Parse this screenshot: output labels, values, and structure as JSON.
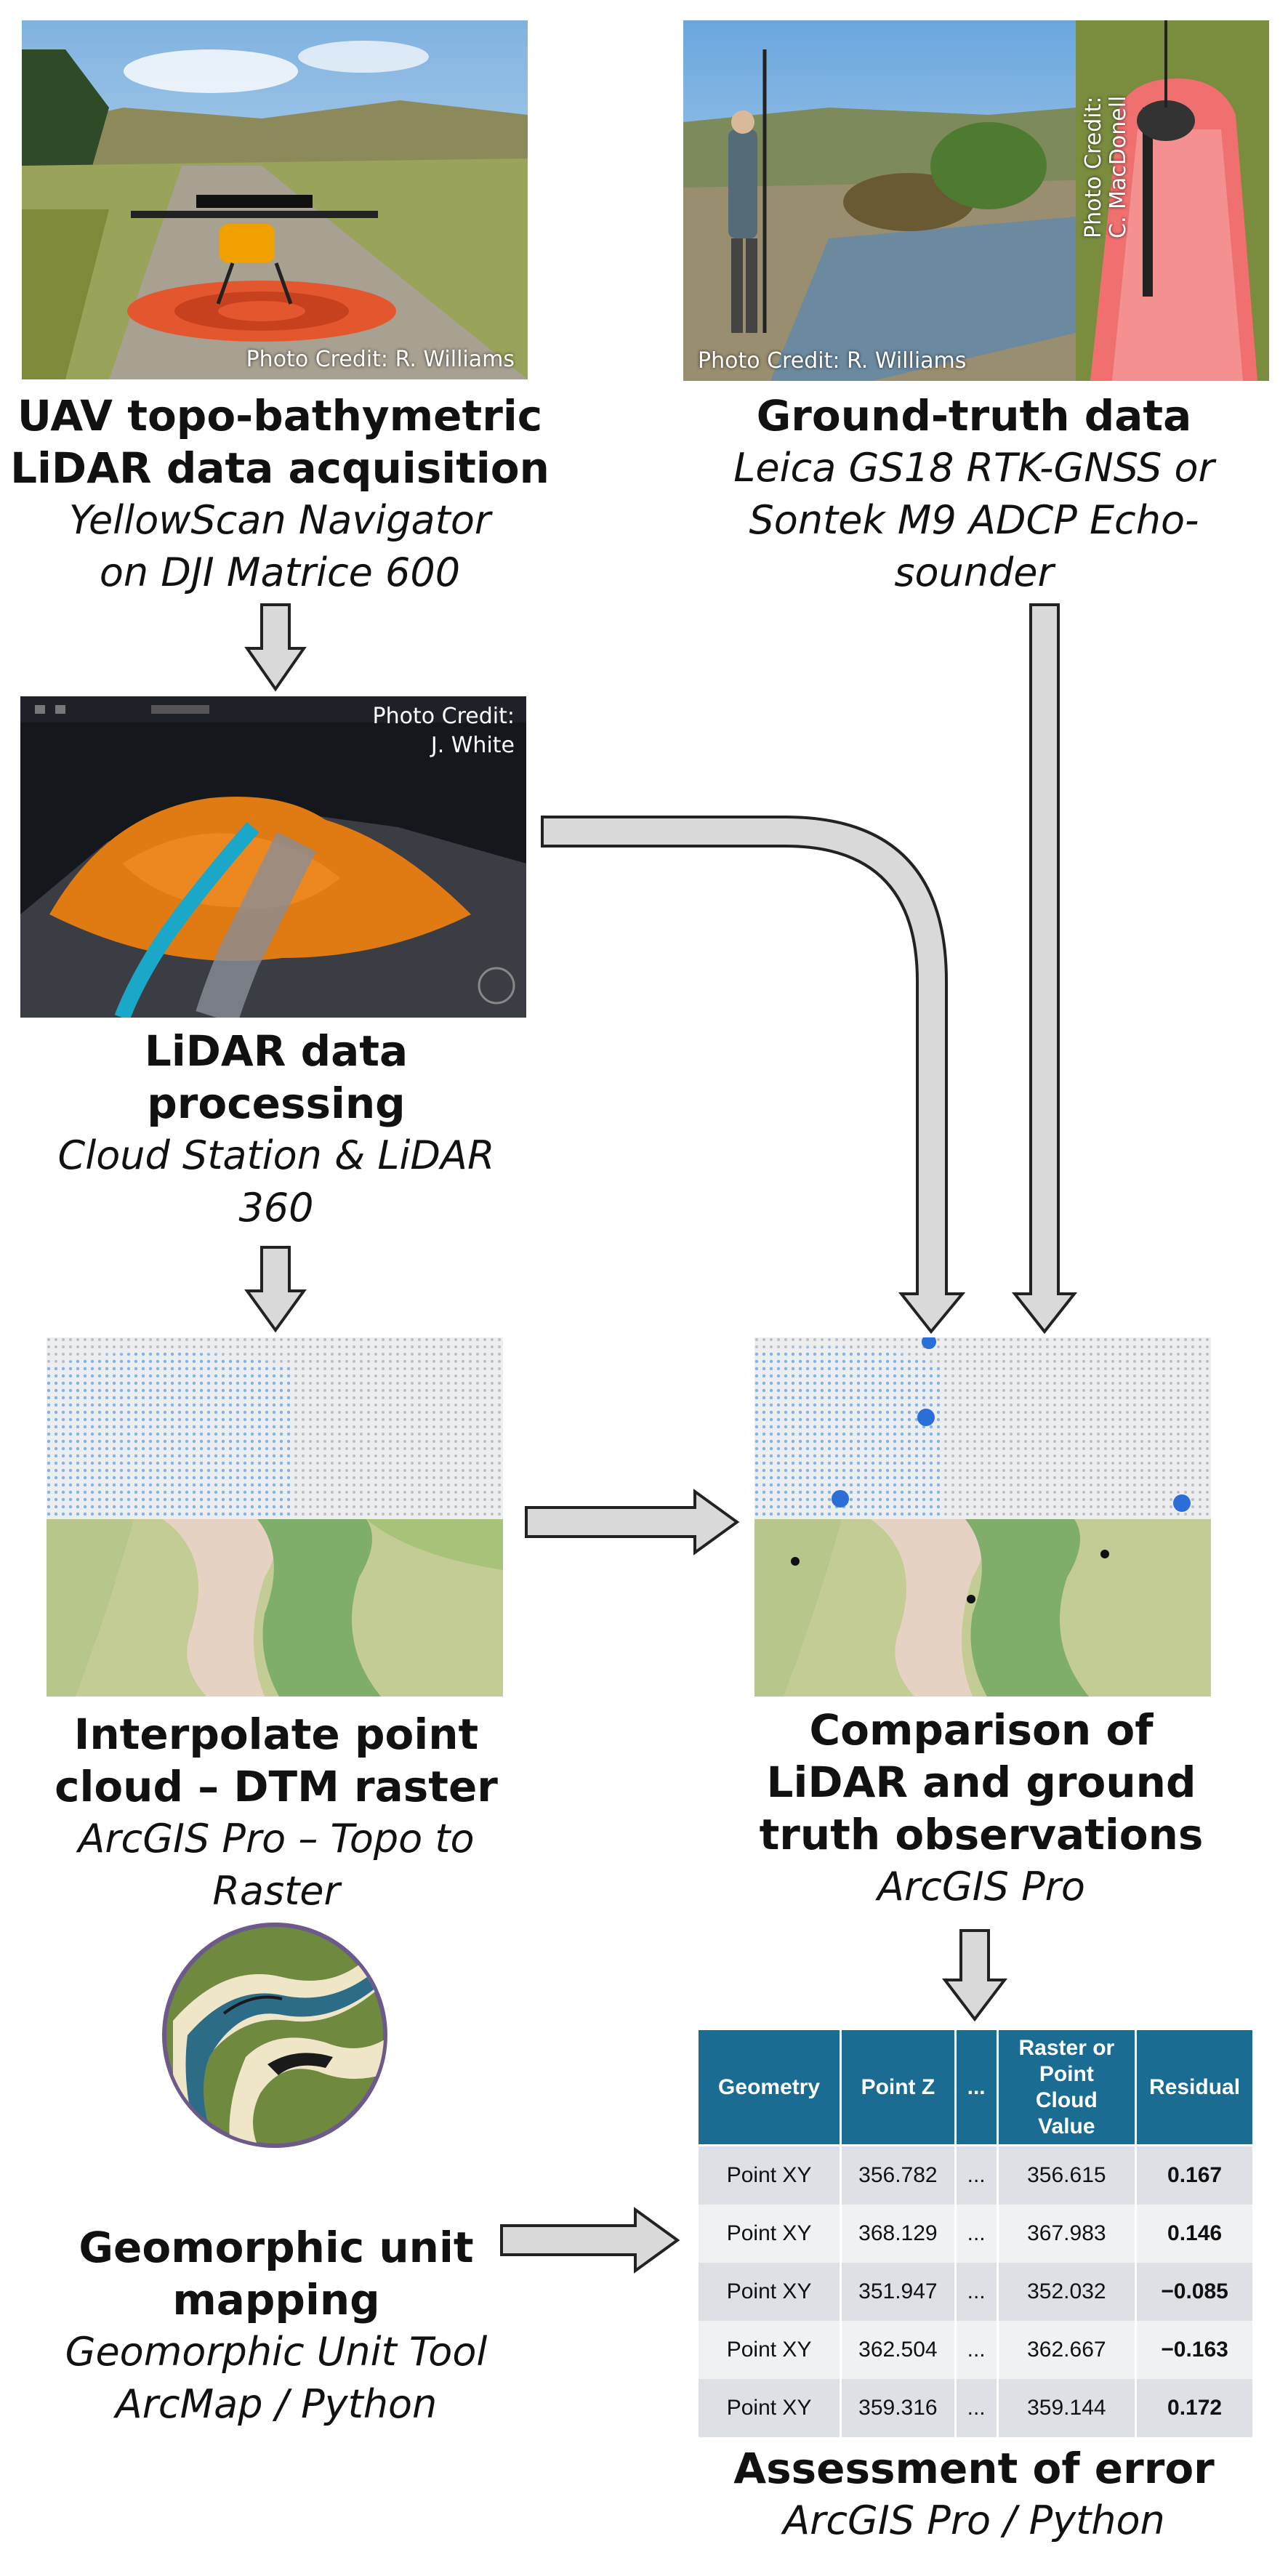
{
  "panels": {
    "uav": {
      "credit": "Photo Credit: R. Williams",
      "title_lines": [
        "UAV topo-bathymetric",
        "LiDAR data acquisition"
      ],
      "subtitle_lines": [
        "YellowScan Navigator",
        "on DJI Matrice 600"
      ]
    },
    "ground_truth": {
      "credit_left": "Photo Credit: R. Williams",
      "credit_right_lines": [
        "Photo Credit:",
        "C. MacDonell"
      ],
      "title_lines": [
        "Ground-truth data"
      ],
      "subtitle_lines": [
        "Leica GS18 RTK-GNSS or",
        "Sontek M9 ADCP Echo-",
        "sounder"
      ]
    },
    "processing": {
      "credit_lines": [
        "Photo Credit:",
        "J. White"
      ],
      "title_lines": [
        "LiDAR data",
        "processing"
      ],
      "subtitle_lines": [
        "Cloud Station & LiDAR",
        "360"
      ]
    },
    "interpolate": {
      "title_lines": [
        "Interpolate point",
        "cloud – DTM raster"
      ],
      "subtitle_lines": [
        "ArcGIS Pro – Topo to",
        "Raster"
      ]
    },
    "comparison": {
      "title_lines": [
        "Comparison of",
        "LiDAR and ground",
        "truth observations"
      ],
      "subtitle_lines": [
        "ArcGIS Pro"
      ]
    },
    "geomorphic": {
      "title_lines": [
        "Geomorphic unit",
        "mapping"
      ],
      "subtitle_lines": [
        "Geomorphic Unit Tool",
        "ArcMap / Python"
      ]
    },
    "assessment": {
      "title_lines": [
        "Assessment of error"
      ],
      "subtitle_lines": [
        "ArcGIS Pro / Python"
      ]
    }
  },
  "error_table": {
    "headers": [
      "Geometry",
      "Point Z",
      "...",
      "Raster or Point Cloud Value",
      "Residual"
    ],
    "rows": [
      [
        "Point XY",
        "356.782",
        "...",
        "356.615",
        "0.167"
      ],
      [
        "Point XY",
        "368.129",
        "...",
        "367.983",
        "0.146"
      ],
      [
        "Point XY",
        "351.947",
        "...",
        "352.032",
        "−0.085"
      ],
      [
        "Point XY",
        "362.504",
        "...",
        "362.667",
        "−0.163"
      ],
      [
        "Point XY",
        "359.316",
        "...",
        "359.144",
        "0.172"
      ]
    ]
  },
  "colors": {
    "table_header": "#1a6c93",
    "arrow_fill": "#d9d9d9",
    "arrow_stroke": "#222222",
    "lidar_orange": "#e07a12",
    "river_cyan": "#1aa7c8"
  }
}
